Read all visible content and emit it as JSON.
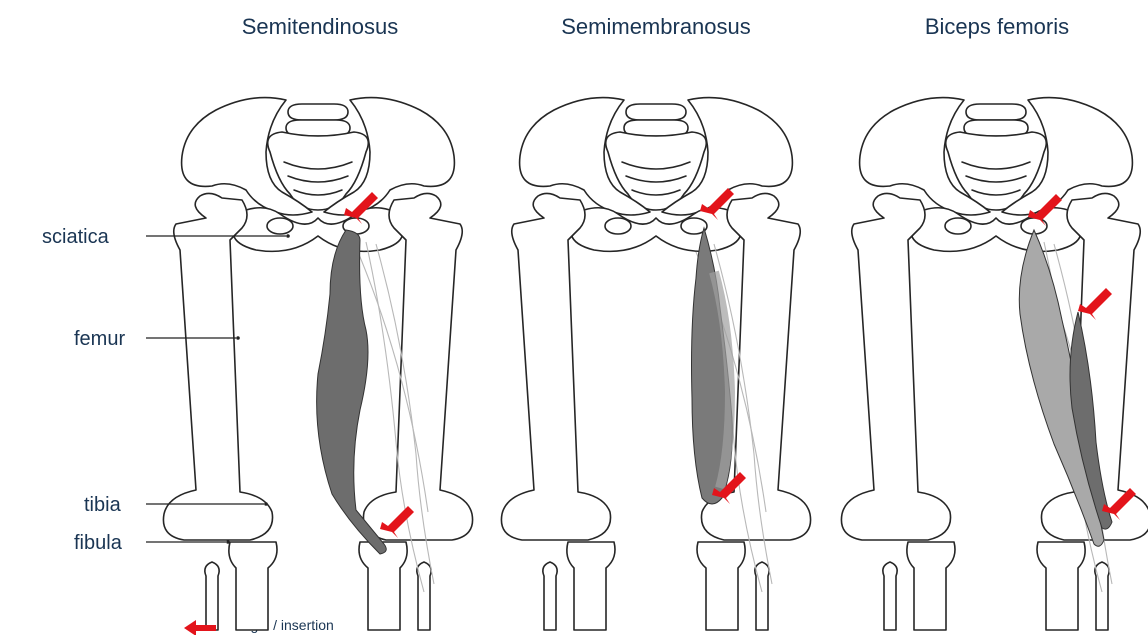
{
  "panels": [
    {
      "title": "Semitendinosus"
    },
    {
      "title": "Semimembranosus"
    },
    {
      "title": "Biceps femoris"
    }
  ],
  "bone_labels": {
    "sciatica": "sciatica",
    "femur": "femur",
    "tibia": "tibia",
    "fibula": "fibula"
  },
  "legend": {
    "text": "origin / insertion",
    "arrow_color": "#e3141b"
  },
  "colors": {
    "muscle_dark": "#6d6d6d",
    "muscle_mid": "#8a8a8a",
    "muscle_light": "#a9a9a9",
    "label_text": "#1a3553"
  }
}
